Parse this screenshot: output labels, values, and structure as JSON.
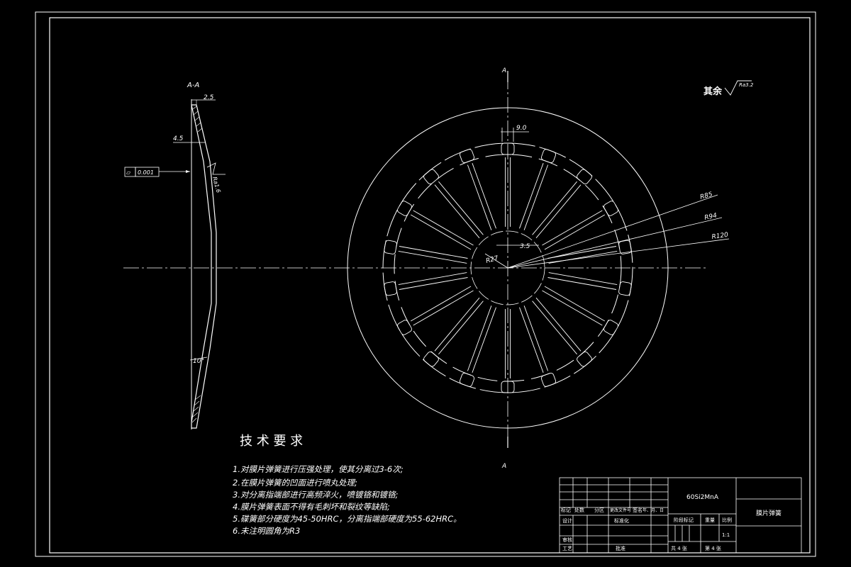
{
  "section": {
    "title": "A-A",
    "dim_thickness": "2.5",
    "dim_step": "4.5",
    "flatness_symbol": "▱",
    "flatness_value": "0.001",
    "roughness_value": "Ra1.6",
    "angle": "10°"
  },
  "front_view": {
    "cut_label_top": "A",
    "cut_label_bottom": "A",
    "slot_width": "9.0",
    "finger_gap": "3.5",
    "radius_inner": "R27",
    "radius_a": "R85",
    "radius_b": "R94",
    "radius_outer": "R120"
  },
  "surface_note": {
    "prefix": "其余",
    "value": "Ra3.2"
  },
  "tech_requirements": {
    "title": "技 术 要 求",
    "items": [
      "1.对膜片弹簧进行压强处理，使其分离过3-6次;",
      "2.在膜片弹簧的凹面进行喷丸处理;",
      "3.对分离指端部进行高频淬火，喷镀铬和镀铬;",
      "4.膜片弹簧表面不得有毛刺坏和裂纹等缺陷;",
      "5.碟簧部分硬度为45-50HRC，分离指端部硬度为55-62HRC。",
      "6.未注明圆角为R3"
    ]
  },
  "title_block": {
    "material": "60Si2MnA",
    "part_name": "膜片弹簧",
    "h_mark": "标记",
    "h_count": "处数",
    "h_zone": "分区",
    "h_docno": "更改文件号",
    "h_sign": "签名",
    "h_date": "年、月、日",
    "r_design": "设计",
    "r_std": "标准化",
    "r_check": "审核",
    "r_process": "工艺",
    "r_approve": "批准",
    "stage": "阶段标记",
    "weight": "重量",
    "scale_label": "比例",
    "scale": "1:1",
    "sheets_total": "共 4 张",
    "sheet_no": "第 4 张"
  },
  "colors": {
    "background": "#000000",
    "line": "#ffffff"
  }
}
